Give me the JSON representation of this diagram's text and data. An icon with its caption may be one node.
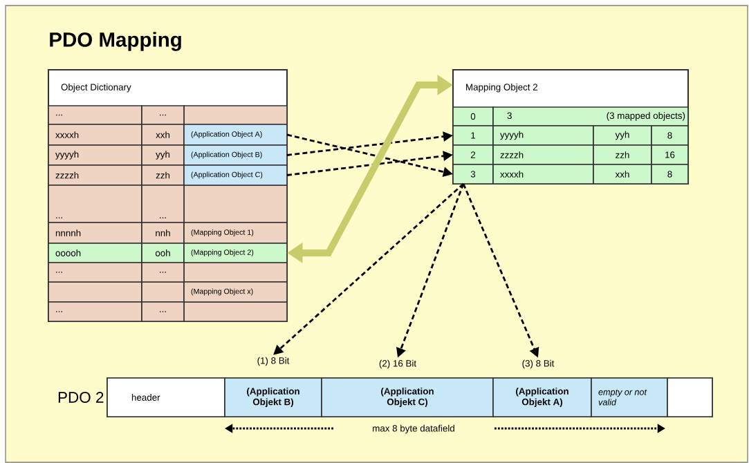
{
  "diagram": {
    "title": "PDO Mapping",
    "nodes": [
      {
        "text": [
          "Object Dictionary"
        ]
      },
      {
        "text": [
          "..."
        ],
        "in": 0
      },
      {
        "text": [
          "..."
        ],
        "in": 0
      },
      {
        "text": [
          "xxxxh"
        ],
        "in": 0
      },
      {
        "text": [
          "xxh"
        ],
        "in": 0
      },
      {
        "text": [
          "(Application Object A)"
        ],
        "in": 0
      },
      {
        "text": [
          "yyyyh"
        ],
        "in": 0
      },
      {
        "text": [
          "yyh"
        ],
        "in": 0
      },
      {
        "text": [
          "(Application Object B)"
        ],
        "in": 0
      },
      {
        "text": [
          "zzzzh"
        ],
        "in": 0
      },
      {
        "text": [
          "zzh"
        ],
        "in": 0
      },
      {
        "text": [
          "(Application Object C)"
        ],
        "in": 0
      },
      {
        "text": [
          "..."
        ],
        "in": 0
      },
      {
        "text": [
          "..."
        ],
        "in": 0
      },
      {
        "text": [
          "nnnnh"
        ],
        "in": 0
      },
      {
        "text": [
          "nnh"
        ],
        "in": 0
      },
      {
        "text": [
          "(Mapping Object 1)"
        ],
        "in": 0
      },
      {
        "text": [
          "ooooh"
        ],
        "in": 0
      },
      {
        "text": [
          "ooh"
        ],
        "in": 0
      },
      {
        "text": [
          "(Mapping Object 2)"
        ],
        "in": 0
      },
      {
        "text": [
          "..."
        ],
        "in": 0
      },
      {
        "text": [
          "..."
        ],
        "in": 0
      },
      {
        "text": [
          "(Mapping Object x)"
        ],
        "in": 0
      },
      {
        "text": [
          "..."
        ],
        "in": 0
      },
      {
        "text": [
          "..."
        ],
        "in": 0
      },
      {
        "text": [
          "Mapping Object 2"
        ]
      },
      {
        "text": [
          "0"
        ],
        "in": 25
      },
      {
        "text": [
          "3",
          "(3 mapped objects)"
        ],
        "in": 25
      },
      {
        "text": [
          "1"
        ],
        "in": 25
      },
      {
        "text": [
          "yyyyh"
        ],
        "in": 25
      },
      {
        "text": [
          "yyh"
        ],
        "in": 25
      },
      {
        "text": [
          "8"
        ],
        "in": 25
      },
      {
        "text": [
          "2"
        ],
        "in": 25
      },
      {
        "text": [
          "zzzzh"
        ],
        "in": 25
      },
      {
        "text": [
          "zzh"
        ],
        "in": 25
      },
      {
        "text": [
          "16"
        ],
        "in": 25
      },
      {
        "text": [
          "3"
        ],
        "in": 25
      },
      {
        "text": [
          "xxxxh"
        ],
        "in": 25
      },
      {
        "text": [
          "xxh"
        ],
        "in": 25
      },
      {
        "text": [
          "8"
        ],
        "in": 25
      },
      {
        "text": [
          "(1) 8 Bit"
        ]
      },
      {
        "text": [
          "(2) 16 Bit"
        ]
      },
      {
        "text": [
          "(3) 8 Bit"
        ]
      },
      {
        "text": [
          "PDO 2"
        ]
      },
      {
        "text": [
          "header"
        ],
        "in": 43
      },
      {
        "text": [
          "(Application Objekt B)"
        ],
        "in": 43
      },
      {
        "text": [
          "(Application Objekt C)"
        ],
        "in": 43
      },
      {
        "text": [
          "(Application Objekt A)"
        ],
        "in": 43
      },
      {
        "text": [
          "empty or not valid"
        ],
        "in": 43
      }
    ],
    "edges": [
      {
        "from": 5,
        "to": 36,
        "arrow": "to",
        "style": "dashed"
      },
      {
        "from": 8,
        "to": 28,
        "arrow": "to",
        "style": "dashed"
      },
      {
        "from": 11,
        "to": 32,
        "arrow": "to",
        "style": "dashed"
      },
      {
        "from": 19,
        "to": 25,
        "arrow": "both",
        "style": "thick",
        "color": "#c9cc6a"
      },
      {
        "from": 25,
        "to": 40,
        "arrow": "to",
        "style": "dashed"
      },
      {
        "from": 25,
        "to": 41,
        "arrow": "to",
        "style": "dashed"
      },
      {
        "from": 25,
        "to": 42,
        "arrow": "to",
        "style": "dashed"
      }
    ],
    "labels": [
      "max 8 byte datafield"
    ]
  }
}
